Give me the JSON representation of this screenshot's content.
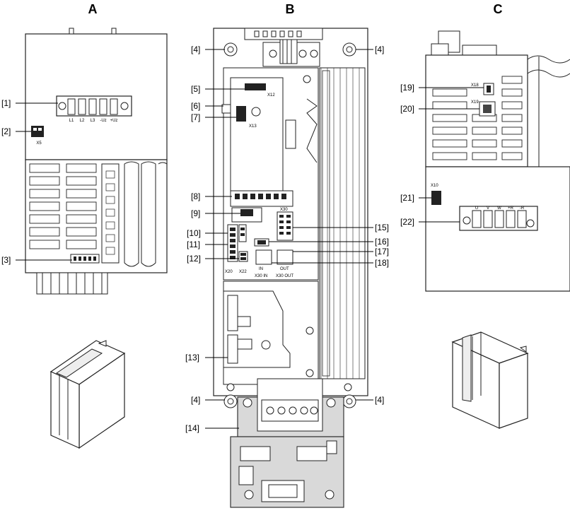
{
  "views": {
    "a": {
      "letter": "A"
    },
    "b": {
      "letter": "B"
    },
    "c": {
      "letter": "C"
    }
  },
  "callouts": {
    "a": [
      "[1]",
      "[2]",
      "[3]"
    ],
    "b_left": [
      "[4]",
      "[5]",
      "[6]",
      "[7]",
      "[8]",
      "[9]",
      "[10]",
      "[11]",
      "[12]",
      "[13]",
      "[4]",
      "[14]"
    ],
    "b_right": [
      "[4]",
      "[15]",
      "[16]",
      "[17]",
      "[18]",
      "[4]"
    ],
    "c": [
      "[19]",
      "[20]",
      "[21]",
      "[22]"
    ]
  },
  "component_labels": {
    "a_terminals": [
      "L1",
      "L2",
      "L3",
      "-Uz",
      "+Uz"
    ],
    "a_x5": "X5",
    "b_x12": "X12",
    "b_x13": "X13",
    "b_x30": "X30",
    "b_x20": "X20",
    "b_x22": "X22",
    "b_in": "IN",
    "b_out": "OUT",
    "b_x30_in": "X30 IN",
    "b_x30_out": "X30 OUT",
    "c_x18": "X18",
    "c_x19": "X19",
    "c_x10": "X10",
    "c_terminals": [
      "U",
      "V",
      "W",
      "+R",
      "-R"
    ]
  }
}
